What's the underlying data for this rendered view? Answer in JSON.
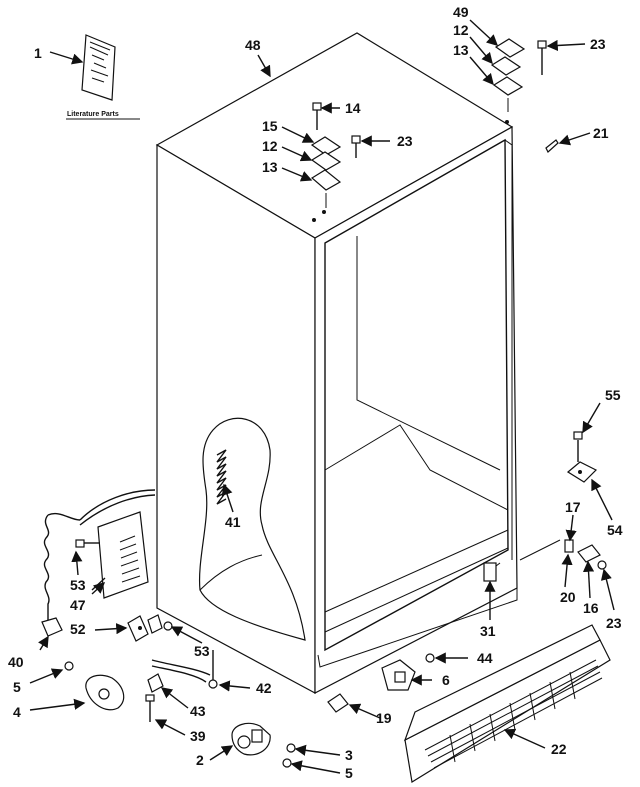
{
  "literature_caption": "Literature Parts",
  "labels": {
    "p1": "1",
    "p48": "48",
    "p49": "49",
    "p12a": "12",
    "p13a": "13",
    "p23a": "23",
    "p14": "14",
    "p15": "15",
    "p12b": "12",
    "p23b": "23",
    "p13b": "13",
    "p21": "21",
    "p55": "55",
    "p41": "41",
    "p54": "54",
    "p17": "17",
    "p53a": "53",
    "p47": "47",
    "p20": "20",
    "p16": "16",
    "p52": "52",
    "p31": "31",
    "p23c": "23",
    "p40": "40",
    "p53b": "53",
    "p44": "44",
    "p5a": "5",
    "p6": "6",
    "p42": "42",
    "p4": "4",
    "p43": "43",
    "p19": "19",
    "p39": "39",
    "p22": "22",
    "p3": "3",
    "p2": "2",
    "p5b": "5"
  }
}
